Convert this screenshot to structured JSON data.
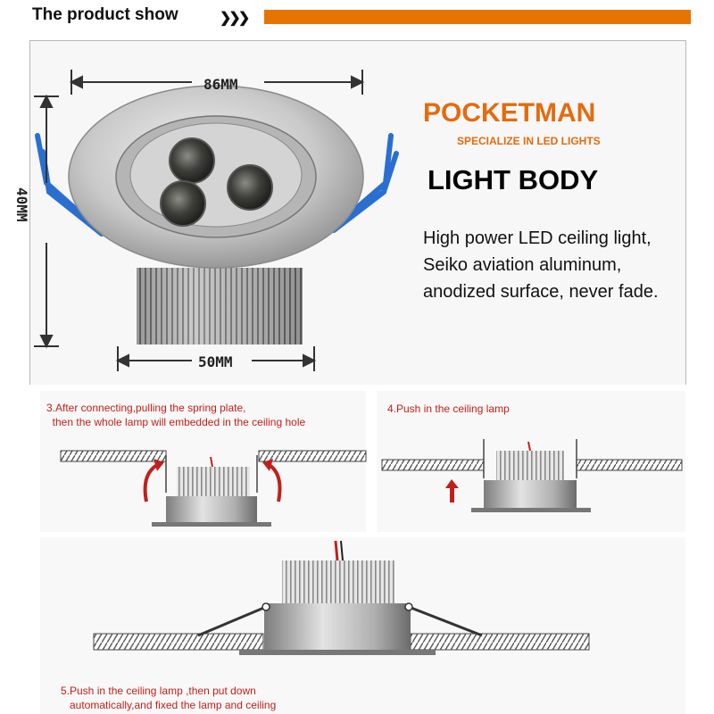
{
  "header": {
    "title": "The product show",
    "arrows": "❯❯❯",
    "bar_color": "#e87400"
  },
  "product": {
    "brand": "POCKETMAN",
    "tagline": "SPECIALIZE IN LED LIGHTS",
    "heading": "LIGHT BODY",
    "description": "High power LED ceiling light, Seiko aviation aluminum, anodized surface, never fade.",
    "dimensions": {
      "width_label": "86MM",
      "height_label": "40MM",
      "bottom_label": "50MM"
    },
    "brand_color": "#e46b0e",
    "spring_color": "#2a6fd0"
  },
  "steps": [
    {
      "lines": [
        "3.After connecting,pulling the spring plate,",
        "  then the whole lamp will embedded in the ceiling hole"
      ]
    },
    {
      "lines": [
        "4.Push in the ceiling lamp"
      ]
    },
    {
      "lines": [
        "5.Push in the ceiling lamp ,then put down",
        "   automatically,and fixed the lamp and ceiling"
      ]
    }
  ],
  "step_text_color": "#c0201c"
}
